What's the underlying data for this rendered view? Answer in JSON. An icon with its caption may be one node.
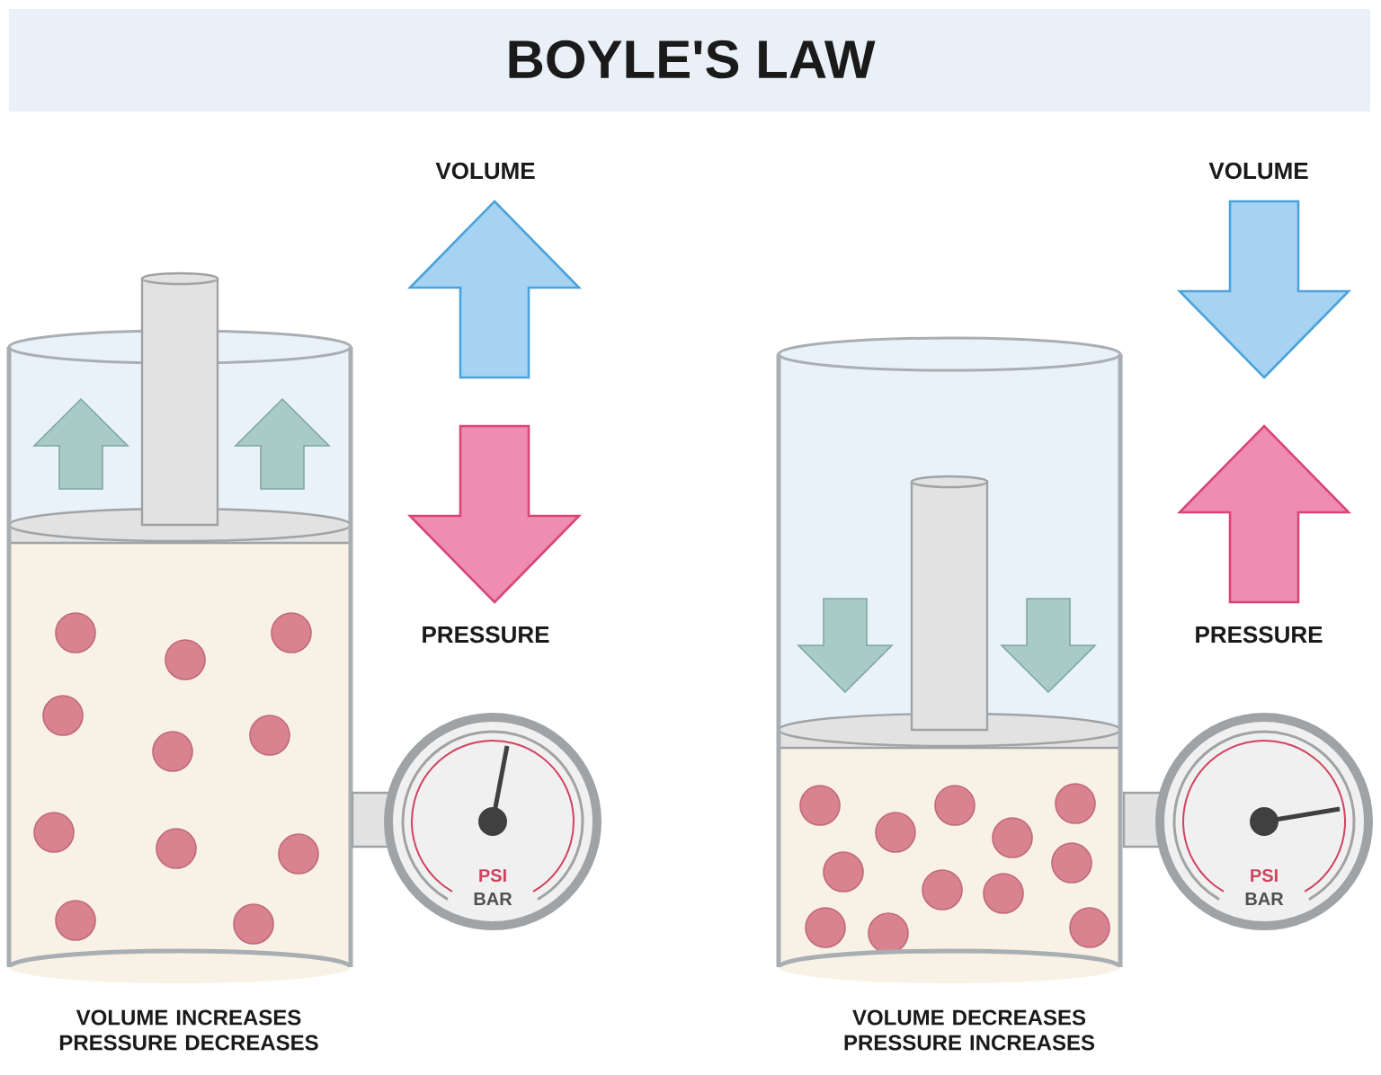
{
  "diagram": {
    "title": "BOYLE'S LAW",
    "nodes": [
      {
        "text": [
          "PSI",
          "BAR"
        ]
      },
      {
        "text": [
          "PSI",
          "BAR"
        ]
      }
    ],
    "labels": [
      "VOLUME",
      "VOLUME",
      "PRESSURE",
      "PRESSURE",
      "VOLUME INCREASES PRESSURE DECREASES",
      "VOLUME DECREASES PRESSURE INCREASES"
    ]
  }
}
